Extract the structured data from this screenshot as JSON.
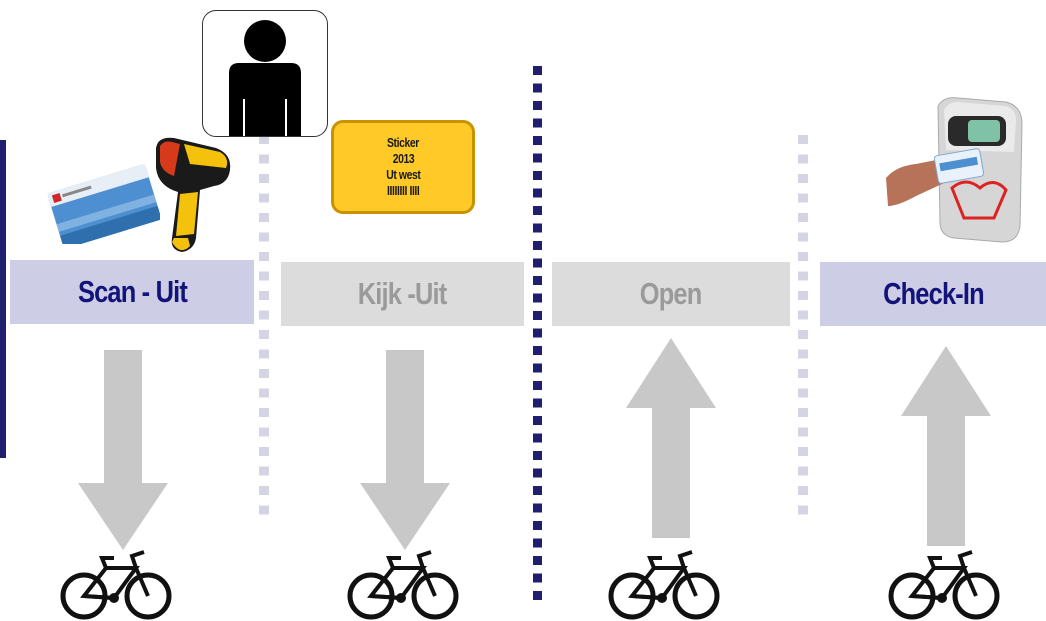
{
  "stages": [
    {
      "label": "Scan - Uit",
      "active": true,
      "direction": "down"
    },
    {
      "label": "Kijk -Uit",
      "active": false,
      "direction": "down"
    },
    {
      "label": "Open",
      "active": false,
      "direction": "up"
    },
    {
      "label": "Check-In",
      "active": true,
      "direction": "up"
    }
  ],
  "sticker": {
    "line1": "Sticker",
    "line2": "2013",
    "line3": "Ut west",
    "barcode": "IIIIIIII  IIII"
  },
  "icons": {
    "person": "person-icon",
    "scanner": "barcode-scanner-icon",
    "card": "ov-chipkaart-card-icon",
    "checkin_pole": "check-in-pole-icon",
    "bicycle": "bicycle-icon"
  },
  "colors": {
    "active_bg": "#cdcde6",
    "active_text": "#13137a",
    "inactive_bg": "#dcdcdc",
    "inactive_text": "#9a9a9a",
    "arrow": "#c8c8c8",
    "divider_navy": "#1f1f6e",
    "sticker_bg": "#ffc928"
  }
}
